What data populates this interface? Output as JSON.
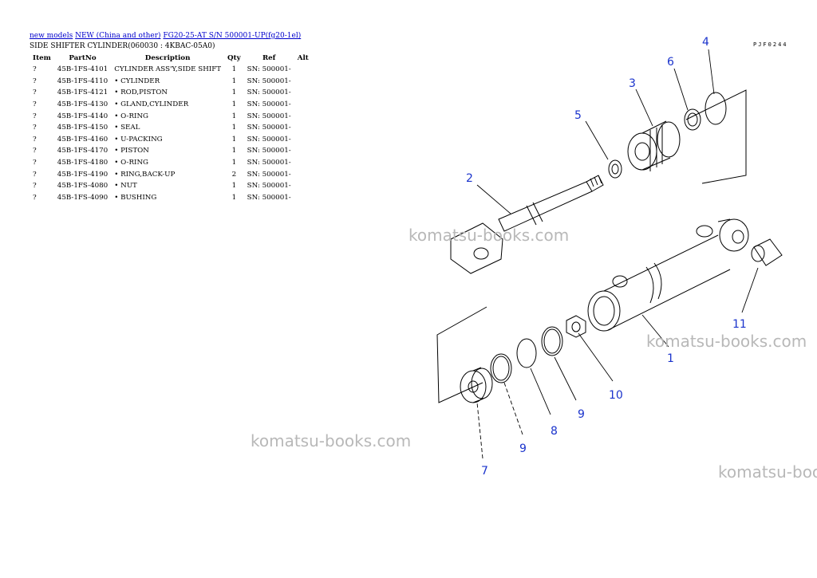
{
  "breadcrumb": {
    "links": [
      "new models",
      "NEW (China and other)",
      "FG20-25-AT S/N 500001-UP(fg20-1el)"
    ]
  },
  "subtitle": "SIDE SHIFTER CYLINDER(060030 : 4KBAC-05A0)",
  "table": {
    "headers": [
      "Item",
      "PartNo",
      "Description",
      "Qty",
      "Ref",
      "Alt"
    ],
    "rows": [
      {
        "item": "?",
        "part": "45B-1FS-4101",
        "desc": "CYLINDER ASS'Y,SIDE SHIFT",
        "qty": "1",
        "ref": "SN: 500001-",
        "alt": ""
      },
      {
        "item": "?",
        "part": "45B-1FS-4110",
        "desc": "• CYLINDER",
        "qty": "1",
        "ref": "SN: 500001-",
        "alt": ""
      },
      {
        "item": "?",
        "part": "45B-1FS-4121",
        "desc": "• ROD,PISTON",
        "qty": "1",
        "ref": "SN: 500001-",
        "alt": ""
      },
      {
        "item": "?",
        "part": "45B-1FS-4130",
        "desc": "• GLAND,CYLINDER",
        "qty": "1",
        "ref": "SN: 500001-",
        "alt": ""
      },
      {
        "item": "?",
        "part": "45B-1FS-4140",
        "desc": "• O-RING",
        "qty": "1",
        "ref": "SN: 500001-",
        "alt": ""
      },
      {
        "item": "?",
        "part": "45B-1FS-4150",
        "desc": "• SEAL",
        "qty": "1",
        "ref": "SN: 500001-",
        "alt": ""
      },
      {
        "item": "?",
        "part": "45B-1FS-4160",
        "desc": "• U-PACKING",
        "qty": "1",
        "ref": "SN: 500001-",
        "alt": ""
      },
      {
        "item": "?",
        "part": "45B-1FS-4170",
        "desc": "• PISTON",
        "qty": "1",
        "ref": "SN: 500001-",
        "alt": ""
      },
      {
        "item": "?",
        "part": "45B-1FS-4180",
        "desc": "• O-RING",
        "qty": "1",
        "ref": "SN: 500001-",
        "alt": ""
      },
      {
        "item": "?",
        "part": "45B-1FS-4190",
        "desc": "• RING,BACK-UP",
        "qty": "2",
        "ref": "SN: 500001-",
        "alt": ""
      },
      {
        "item": "?",
        "part": "45B-1FS-4080",
        "desc": "• NUT",
        "qty": "1",
        "ref": "SN: 500001-",
        "alt": ""
      },
      {
        "item": "?",
        "part": "45B-1FS-4090",
        "desc": "• BUSHING",
        "qty": "1",
        "ref": "SN: 500001-",
        "alt": ""
      }
    ]
  },
  "diagram": {
    "code": "PJF0244",
    "callouts": [
      "4",
      "6",
      "3",
      "5",
      "2",
      "11",
      "1",
      "10",
      "9",
      "8",
      "9",
      "7"
    ],
    "callout_color": "#1a33cc"
  },
  "watermark": {
    "texts": [
      "komatsu-books.com",
      "komatsu-books.com",
      "komatsu-books.com",
      "komatsu-boo"
    ]
  }
}
